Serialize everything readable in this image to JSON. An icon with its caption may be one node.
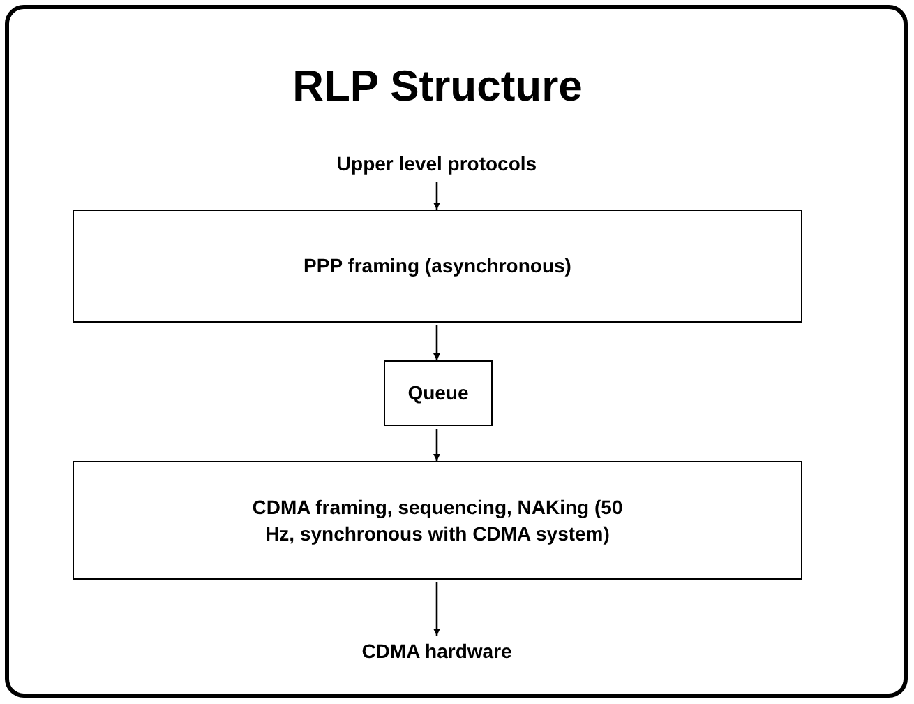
{
  "diagram": {
    "title": "RLP Structure",
    "nodes": [
      {
        "text": [
          "Upper level protocols"
        ]
      },
      {
        "text": [
          "PPP framing (asynchronous)"
        ]
      },
      {
        "text": [
          "Queue"
        ]
      },
      {
        "text": [
          "CDMA framing, sequencing, NAKing (50 Hz, synchronous with CDMA system)"
        ]
      },
      {
        "text": [
          "CDMA hardware"
        ]
      }
    ],
    "edges": [
      {
        "from": 0,
        "to": 1,
        "arrow": "to"
      },
      {
        "from": 1,
        "to": 2,
        "arrow": "to"
      },
      {
        "from": 2,
        "to": 3,
        "arrow": "to"
      },
      {
        "from": 3,
        "to": 4,
        "arrow": "to"
      }
    ]
  }
}
